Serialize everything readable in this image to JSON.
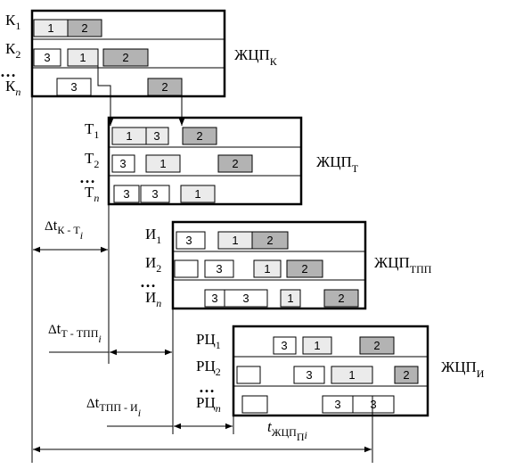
{
  "k_block": {
    "rows": [
      {
        "main": "К",
        "sub": "1",
        "cells": [
          "1",
          "2"
        ]
      },
      {
        "main": "К",
        "sub": "2",
        "cells": [
          "3",
          "1",
          "2"
        ]
      },
      {
        "main": "К",
        "sub": "n",
        "cells": [
          "3",
          "2"
        ]
      }
    ],
    "label": {
      "main": "ЖЦП",
      "sub": "К"
    }
  },
  "t_block": {
    "rows": [
      {
        "main": "Т",
        "sub": "1",
        "cells": [
          "1",
          "3",
          "2"
        ]
      },
      {
        "main": "Т",
        "sub": "2",
        "cells": [
          "3",
          "1",
          "2"
        ]
      },
      {
        "main": "Т",
        "sub": "n",
        "cells": [
          "3",
          "3",
          "1"
        ]
      }
    ],
    "label": {
      "main": "ЖЦП",
      "sub": "Т"
    }
  },
  "i_block": {
    "rows": [
      {
        "main": "И",
        "sub": "1",
        "cells": [
          "3",
          "1",
          "2"
        ]
      },
      {
        "main": "И",
        "sub": "2",
        "cells": [
          "",
          "3",
          "1",
          "2"
        ]
      },
      {
        "main": "И",
        "sub": "n",
        "cells": [
          "3",
          "3",
          "1",
          "2"
        ]
      }
    ],
    "label": {
      "main": "ЖЦП",
      "sub": "ТПП"
    }
  },
  "r_block": {
    "rows": [
      {
        "main": "РЦ",
        "sub": "1",
        "cells": [
          "3",
          "1",
          "2"
        ]
      },
      {
        "main": "РЦ",
        "sub": "2",
        "cells": [
          "",
          "3",
          "1",
          "2"
        ]
      },
      {
        "main": "РЦ",
        "sub": "n",
        "cells": [
          "",
          "3",
          "3"
        ]
      }
    ],
    "label": {
      "main": "ЖЦП",
      "sub": "И"
    }
  },
  "intervals": {
    "kt": {
      "delta": "Δ",
      "main": "t",
      "sub": "К - Т",
      "idx": "i"
    },
    "tp": {
      "delta": "Δ",
      "main": "t",
      "sub": "Т - ТПП",
      "idx": "i"
    },
    "pi": {
      "delta": "Δ",
      "main": "t",
      "sub": "ТПП - И",
      "idx": "i"
    },
    "total": {
      "main": "t",
      "sub": "ЖЦП",
      "subsub": "П",
      "idx": "i"
    }
  },
  "ellipsis": "…",
  "colors": {
    "light": "#ebebeb",
    "dark": "#b3b3b3",
    "stroke": "#000000",
    "background": "#ffffff"
  }
}
